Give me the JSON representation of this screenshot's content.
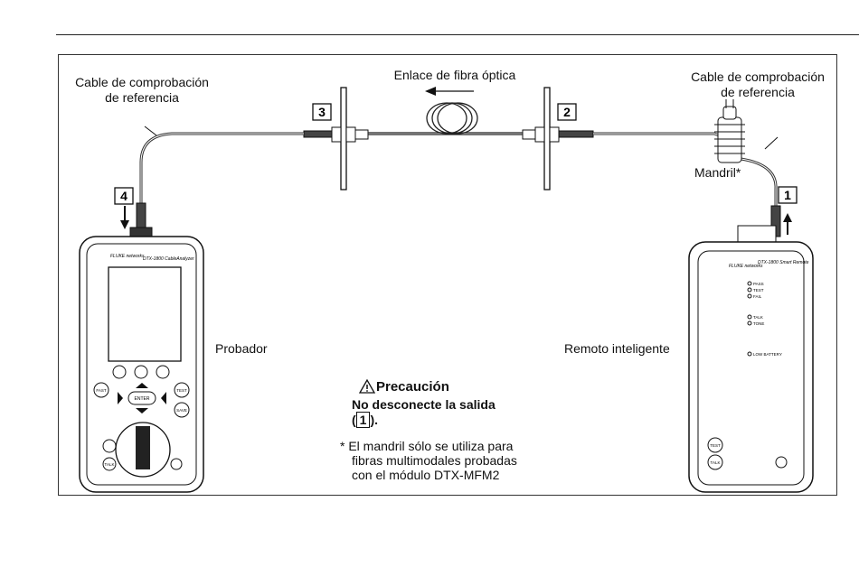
{
  "labels": {
    "ref_cable_left": [
      "Cable de comprobación",
      "de referencia"
    ],
    "fiber_link": "Enlace de fibra óptica",
    "ref_cable_right": [
      "Cable de comprobación",
      "de referencia"
    ],
    "mandrel": "Mandril*",
    "tester": "Probador",
    "remote": "Remoto inteligente"
  },
  "callouts": [
    "1",
    "2",
    "3",
    "4"
  ],
  "device_text": {
    "tester_brand": "FLUKE networks",
    "tester_model": "DTX-1800 CableAnalyzer",
    "tester_enter": "ENTER",
    "tester_keys": [
      "FAST",
      "TEST",
      "SAVE",
      "TALK"
    ],
    "remote_brand": "FLUKE networks",
    "remote_model": "DTX-1800 Smart Remote",
    "remote_leds": [
      "PASS",
      "TEST",
      "FAIL",
      "TALK",
      "TONE",
      "LOW BATTERY"
    ],
    "remote_keys": [
      "TEST",
      "TALK"
    ]
  },
  "caution": {
    "title": "Precaución",
    "line1": "No desconecte la salida",
    "line2_prefix": "(",
    "line2_ref": "1",
    "line2_suffix": ")."
  },
  "note": {
    "marker": "*",
    "lines": [
      "El mandril sólo se utiliza para",
      "fibras multimodales probadas",
      "con el módulo DTX-MFM2"
    ]
  },
  "icons": [
    "warning-triangle-icon",
    "arrow-left-icon",
    "arrow-down-icon",
    "arrow-up-icon"
  ]
}
